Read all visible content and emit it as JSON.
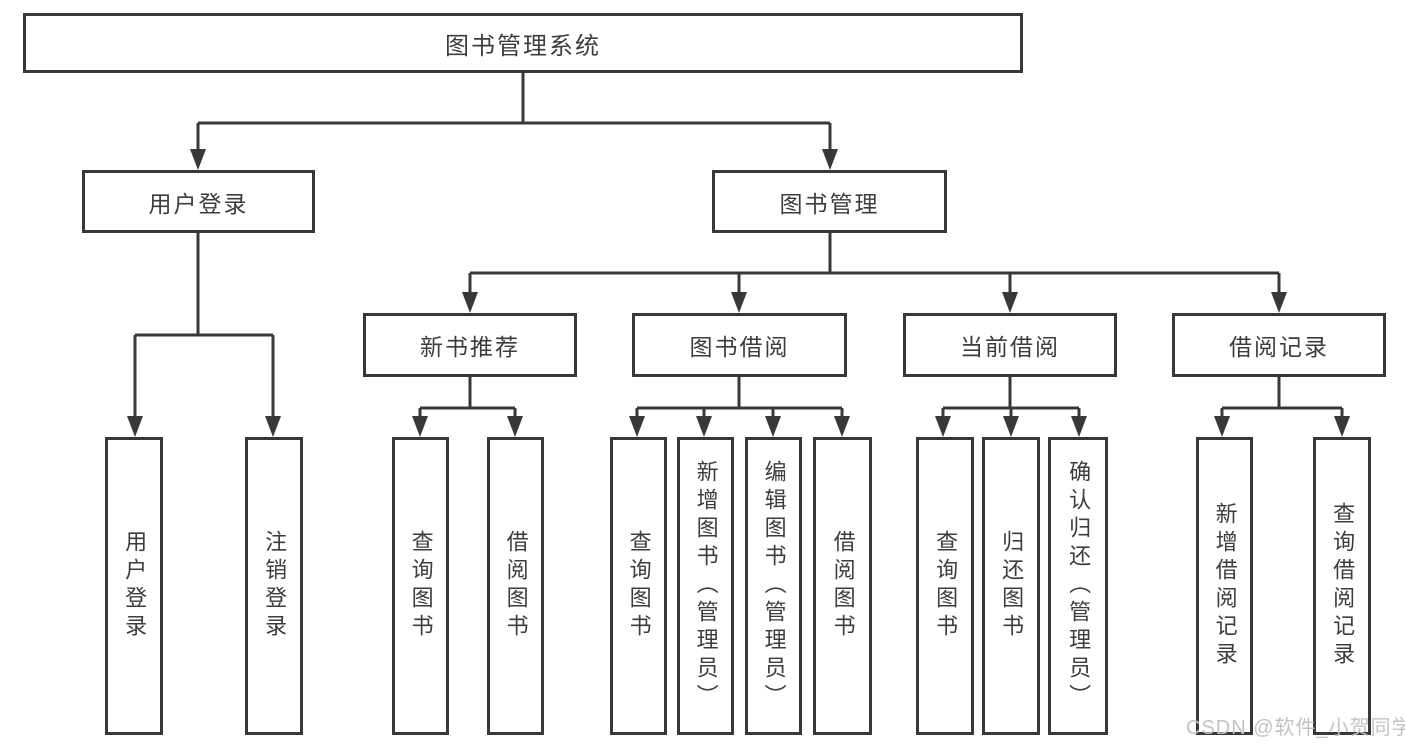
{
  "nodes": {
    "root": {
      "label": "图书管理系统"
    },
    "level2": {
      "user_login": {
        "label": "用户登录"
      },
      "book_management": {
        "label": "图书管理"
      }
    },
    "level3": {
      "new_book_recommend": {
        "label": "新书推荐"
      },
      "book_borrowing": {
        "label": "图书借阅"
      },
      "current_borrowing": {
        "label": "当前借阅"
      },
      "borrowing_records": {
        "label": "借阅记录"
      }
    },
    "leaves": {
      "user_login": [
        "用户登录",
        "注销登录"
      ],
      "new_book_recommend": [
        "查询图书",
        "借阅图书"
      ],
      "book_borrowing": [
        "查询图书",
        "新增图书（管理员）",
        "编辑图书（管理员）",
        "借阅图书"
      ],
      "current_borrowing": [
        "查询图书",
        "归还图书",
        "确认归还（管理员）"
      ],
      "borrowing_records": [
        "新增借阅记录",
        "查询借阅记录"
      ]
    }
  },
  "watermark": {
    "text": "CSDN @软件_小贺同学"
  },
  "colors": {
    "line": "#383838",
    "text": "#3d3d3d",
    "watermark": "#c3c3c3",
    "background": "#ffffff"
  }
}
